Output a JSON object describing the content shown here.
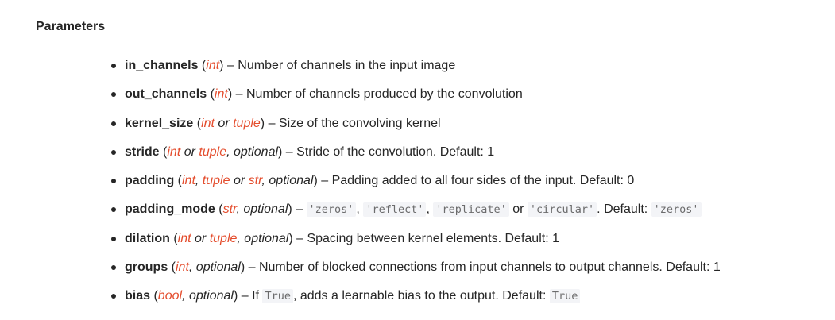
{
  "section": {
    "title": "Parameters"
  },
  "params": [
    {
      "name": "in_channels",
      "type_open": " (",
      "type_link1": "int",
      "type_close": ")",
      "description": " – Number of channels in the input image"
    },
    {
      "name": "out_channels",
      "type_open": " (",
      "type_link1": "int",
      "type_close": ")",
      "description": " – Number of channels produced by the convolution"
    },
    {
      "name": "kernel_size",
      "type_open": " (",
      "type_link1": "int",
      "type_sep1": " or ",
      "type_link2": "tuple",
      "type_close": ")",
      "description": " – Size of the convolving kernel"
    },
    {
      "name": "stride",
      "type_open": " (",
      "type_link1": "int",
      "type_sep1": " or ",
      "type_link2": "tuple",
      "type_rest": ", optional",
      "type_close": ")",
      "description": " – Stride of the convolution. Default: 1"
    },
    {
      "name": "padding",
      "type_open": " (",
      "type_link1": "int",
      "type_sep1": ", ",
      "type_link2": "tuple",
      "type_sep2": " or ",
      "type_link3": "str",
      "type_rest": ", optional",
      "type_close": ")",
      "description": " – Padding added to all four sides of the input. Default: 0"
    },
    {
      "name": "padding_mode",
      "type_open": " (",
      "type_link1": "str",
      "type_rest": ", optional",
      "type_close": ")",
      "desc_prefix": " – ",
      "code1": "'zeros'",
      "sep1": ", ",
      "code2": "'reflect'",
      "sep2": ", ",
      "code3": "'replicate'",
      "sep3": " or ",
      "code4": "'circular'",
      "sep4": ". Default: ",
      "code5": "'zeros'"
    },
    {
      "name": "dilation",
      "type_open": " (",
      "type_link1": "int",
      "type_sep1": " or ",
      "type_link2": "tuple",
      "type_rest": ", optional",
      "type_close": ")",
      "description": " – Spacing between kernel elements. Default: 1"
    },
    {
      "name": "groups",
      "type_open": " (",
      "type_link1": "int",
      "type_rest": ", optional",
      "type_close": ")",
      "description": " – Number of blocked connections from input channels to output channels. Default: 1"
    },
    {
      "name": "bias",
      "type_open": " (",
      "type_link1": "bool",
      "type_rest": ", optional",
      "type_close": ")",
      "desc_prefix": " – If ",
      "code1": "True",
      "sep1": ", adds a learnable bias to the output. Default: ",
      "code2": "True"
    }
  ],
  "colors": {
    "text": "#262626",
    "type_link": "#e44c2c",
    "code_text": "#6c6c6d",
    "code_bg": "#f3f4f7"
  }
}
